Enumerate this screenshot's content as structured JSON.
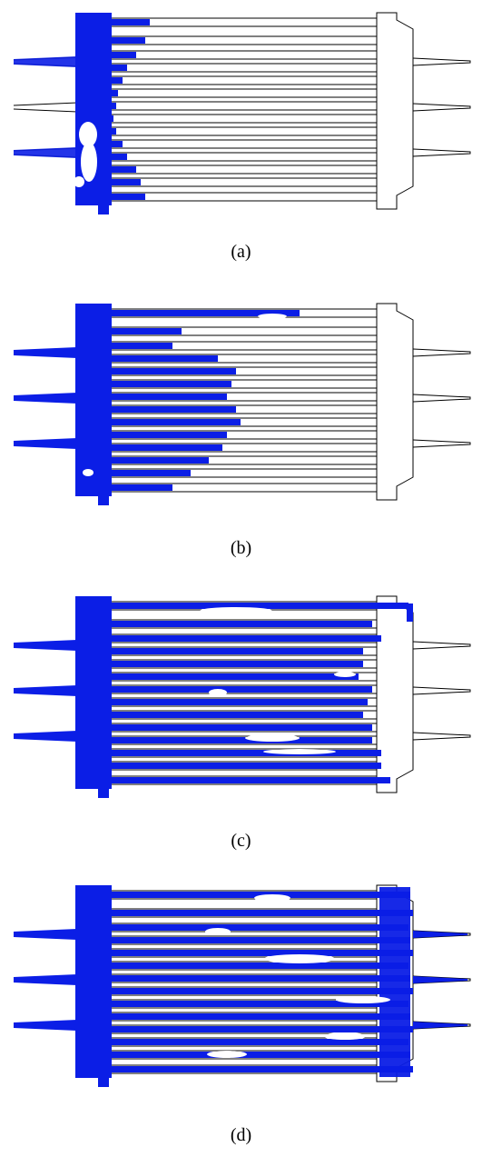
{
  "figure": {
    "colors": {
      "liquid": "#0b1ee6",
      "outline": "#000000",
      "background": "#ffffff"
    },
    "panels": [
      {
        "label": "(a)"
      },
      {
        "label": "(b)"
      },
      {
        "label": "(c)"
      },
      {
        "label": "(d)"
      }
    ]
  }
}
